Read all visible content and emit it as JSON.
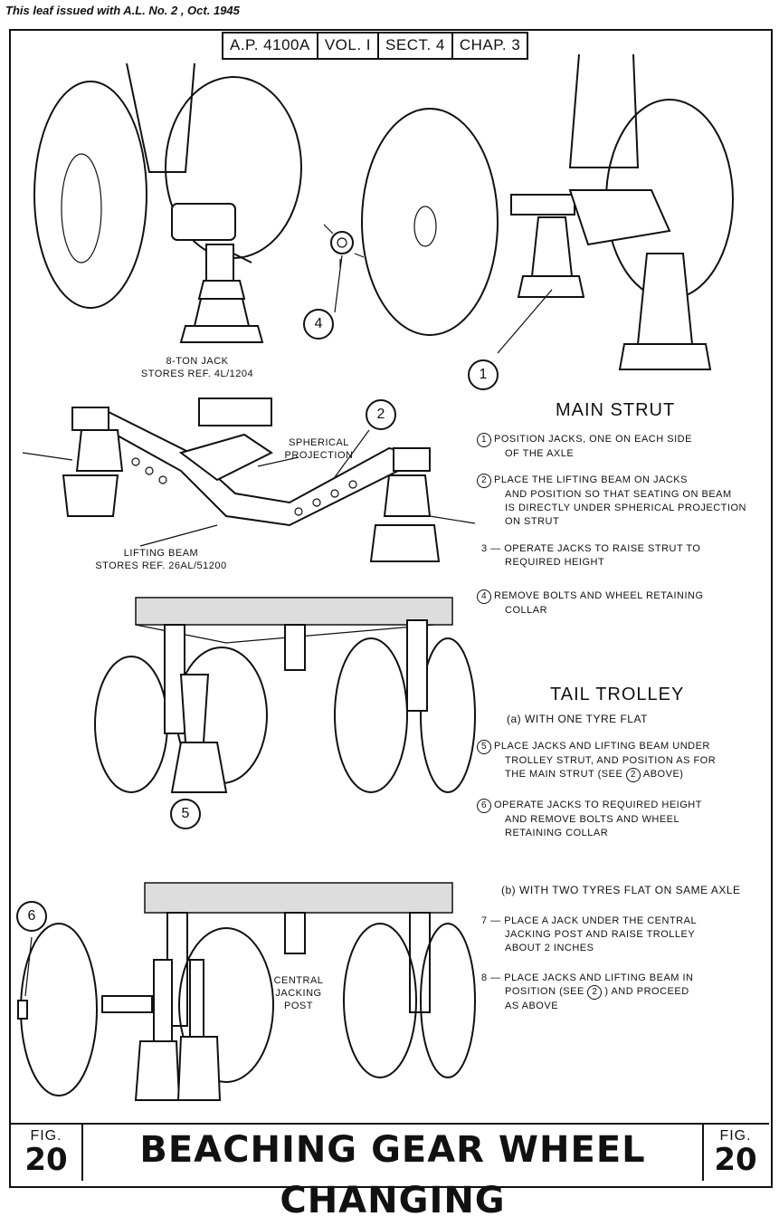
{
  "issue_note": "This leaf issued with A.L. No. 2 , Oct. 1945",
  "header": [
    "A.P. 4100A",
    "VOL. I",
    "SECT. 4",
    "CHAP. 3"
  ],
  "labels": {
    "jack": "8-TON JACK",
    "jack_ref": "STORES REF. 4L/1204",
    "spherical": "SPHERICAL",
    "projection": "PROJECTION",
    "beam": "LIFTING BEAM",
    "beam_ref": "STORES REF. 26AL/51200",
    "central1": "CENTRAL",
    "central2": "JACKING",
    "central3": "POST"
  },
  "callouts": [
    "4",
    "1",
    "2",
    "5",
    "6"
  ],
  "main_strut": {
    "title": "MAIN STRUT",
    "steps": [
      {
        "n": "1",
        "l1": "POSITION JACKS, ONE ON EACH SIDE",
        "l2": "OF THE AXLE",
        "l3": ""
      },
      {
        "n": "2",
        "l1": "PLACE THE LIFTING BEAM ON JACKS",
        "l2": "AND POSITION SO THAT SEATING ON BEAM",
        "l3": "IS DIRECTLY UNDER SPHERICAL PROJECTION",
        "l4": "ON STRUT"
      },
      {
        "n": "3",
        "l1": "3 — OPERATE JACKS TO RAISE STRUT TO",
        "l2": "REQUIRED HEIGHT"
      },
      {
        "n": "4",
        "l1": "REMOVE BOLTS AND WHEEL RETAINING",
        "l2": "COLLAR"
      }
    ]
  },
  "tail_trolley": {
    "title": "TAIL TROLLEY",
    "sub_a_mark": "(a)",
    "sub_a": "WITH ONE TYRE FLAT",
    "step5": {
      "n": "5",
      "l1": "PLACE JACKS AND LIFTING BEAM UNDER",
      "l2": "TROLLEY STRUT, AND POSITION AS FOR",
      "l3": "THE MAIN STRUT (SEE",
      "ref": "2",
      "l3b": "ABOVE)"
    },
    "step6": {
      "n": "6",
      "l1": "OPERATE JACKS TO REQUIRED HEIGHT",
      "l2": "AND REMOVE BOLTS AND WHEEL",
      "l3": "RETAINING COLLAR"
    },
    "sub_b_mark": "(b)",
    "sub_b": "WITH TWO TYRES FLAT ON SAME AXLE",
    "step7": {
      "l1": "7 — PLACE A JACK UNDER THE CENTRAL",
      "l2": "JACKING POST AND RAISE TROLLEY",
      "l3": "ABOUT 2 INCHES"
    },
    "step8": {
      "l1": "8 — PLACE JACKS AND LIFTING BEAM IN",
      "l2": "POSITION (SEE",
      "ref": "2",
      "l2b": ") AND PROCEED",
      "l3": "AS ABOVE"
    }
  },
  "footer": {
    "fig_label": "FIG.",
    "fig_num": "20",
    "title": "BEACHING GEAR WHEEL CHANGING"
  }
}
